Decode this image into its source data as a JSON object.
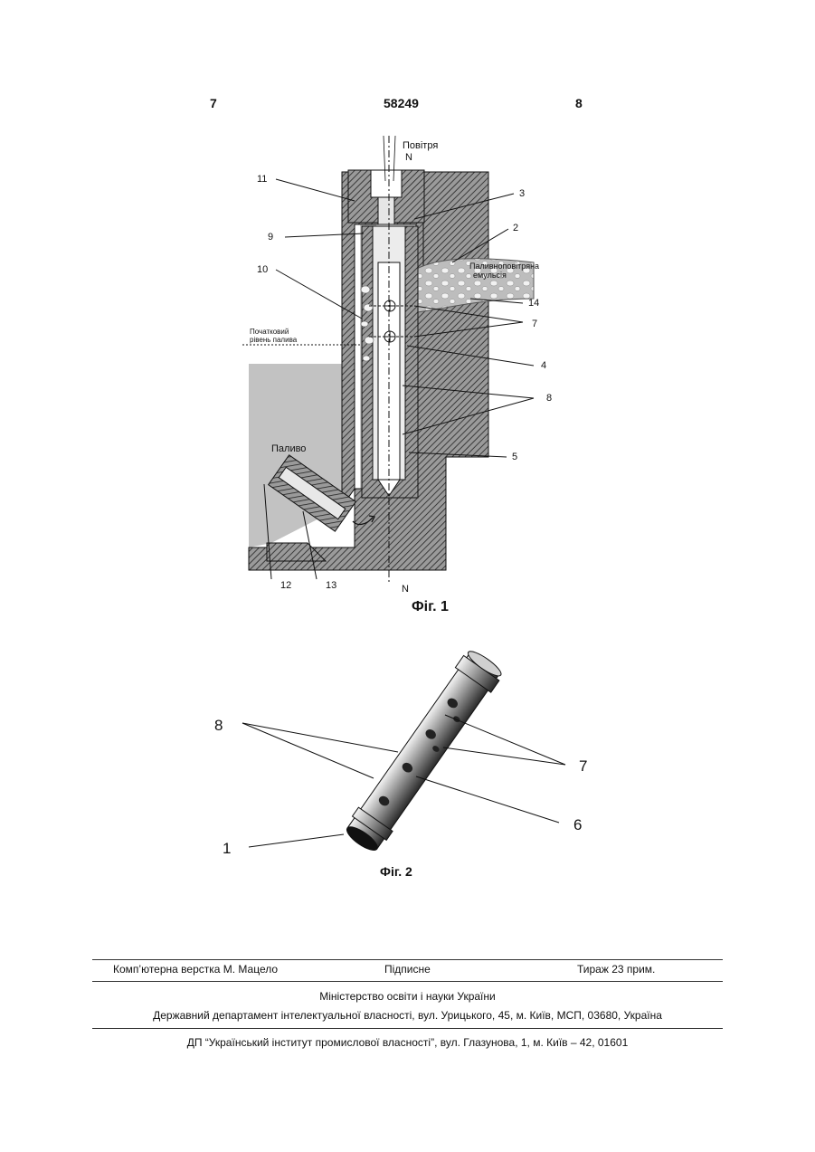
{
  "header": {
    "left_page": "7",
    "patent_number": "58249",
    "right_page": "8"
  },
  "figure1": {
    "caption": "Фіг. 1",
    "label_air": "Повітря",
    "label_axis_top": "N",
    "label_axis_bottom": "N",
    "label_emulsion_line1": "Паливноповітряна",
    "label_emulsion_line2": "емульсія",
    "label_level_line1": "Початковий",
    "label_level_line2": "рівень палива",
    "label_fuel": "Паливо",
    "callouts": [
      "11",
      "9",
      "10",
      "3",
      "2",
      "14",
      "7",
      "4",
      "8",
      "5",
      "12",
      "13"
    ]
  },
  "figure2": {
    "caption": "Фіг. 2",
    "callouts": [
      "8",
      "7",
      "6",
      "1"
    ]
  },
  "footer": {
    "layout": "Комп’ютерна верстка М. Мацело",
    "signed": "Підписне",
    "circulation": "Тираж 23 прим.",
    "ministry": "Міністерство освіти і науки України",
    "department": "Державний департамент інтелектуальної власності, вул. Урицького, 45, м. Київ, МСП, 03680, Україна",
    "institute": "ДП “Український інститут промислової власності”, вул. Глазунова, 1, м. Київ – 42, 01601"
  }
}
